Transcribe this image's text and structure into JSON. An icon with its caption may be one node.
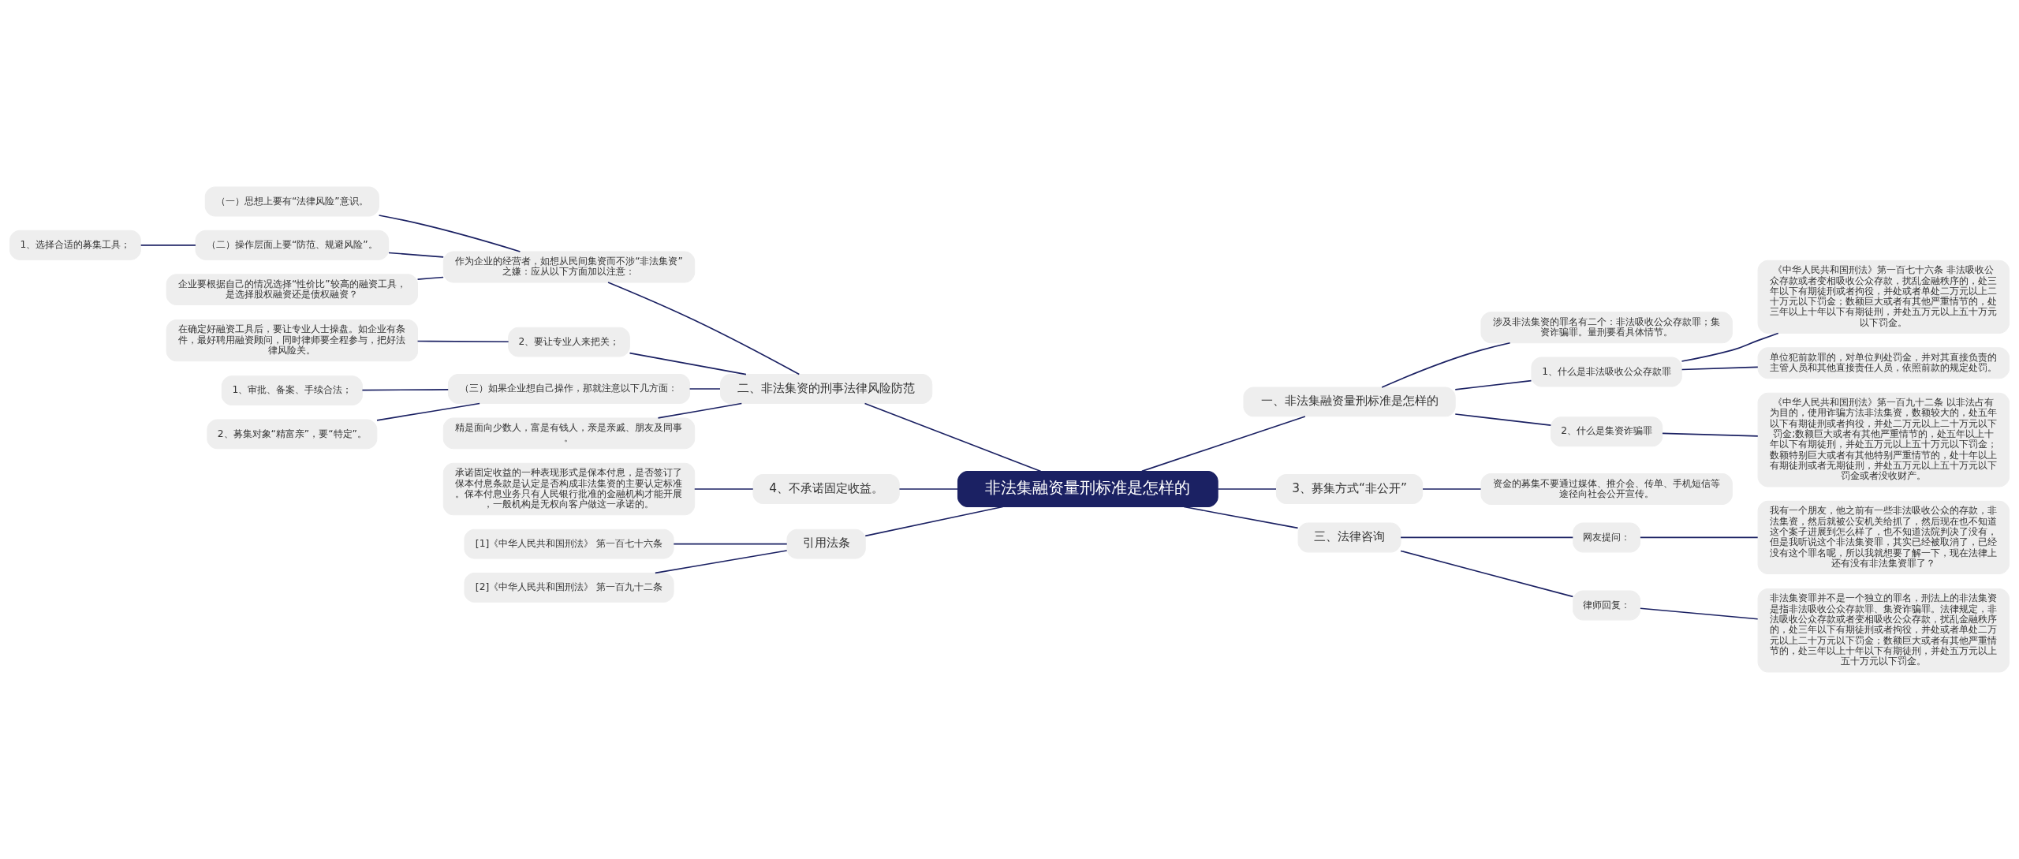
{
  "diagram": {
    "nodes": [
      {
        "text": [
          "非法集融资量刑标准是怎样的"
        ]
      },
      {
        "text": [
          "一、非法集融资量刑标准是怎样的"
        ]
      },
      {
        "text": [
          "涉及非法集资的罪名有二个：非法吸收公众存款罪；集资诈骗罪。量刑要看具体情节。"
        ]
      },
      {
        "text": [
          "1、什么是非法吸收公众存款罪"
        ]
      },
      {
        "text": [
          "《中华人民共和国刑法》第一百七十六条 非法吸收公众存款或者变相吸收公众存款，扰乱金融秩序的，处三年以下有期徒刑或者拘役，并处或者单处二万元以上二十万元以下罚金；数额巨大或者有其他严重情节的，处三年以上十年以下有期徒刑，并处五万元以上五十万元以下罚金。"
        ]
      },
      {
        "text": [
          "单位犯前款罪的，对单位判处罚金，并对其直接负责的主管人员和其他直接责任人员，依照前款的规定处罚。"
        ]
      },
      {
        "text": [
          "2、什么是集资诈骗罪"
        ]
      },
      {
        "text": [
          "《中华人民共和国刑法》第一百九十二条 以非法占有为目的，使用诈骗方法非法集资，数额较大的，处五年以下有期徒刑或者拘役，并处二万元以上二十万元以下罚金;数额巨大或者有其他严重情节的，处五年以上十年以下有期徒刑，并处五万元以上五十万元以下罚金；数额特别巨大或者有其他特别严重情节的，处十年以上有期徒刑或者无期徒刑，并处五万元以上五十万元以下罚金或者没收财产。"
        ]
      },
      {
        "text": [
          "3、募集方式“非公开”"
        ]
      },
      {
        "text": [
          "资金的募集不要通过媒体、推介会、传单、手机短信等途径向社会公开宣传。"
        ]
      },
      {
        "text": [
          "三、法律咨询"
        ]
      },
      {
        "text": [
          "网友提问："
        ]
      },
      {
        "text": [
          "我有一个朋友，他之前有一些非法吸收公众的存款，非法集资，然后就被公安机关给抓了，然后现在也不知道这个案子进展到怎么样了，也不知道法院判决了没有，但是我听说这个非法集资罪，其实已经被取消了，已经没有这个罪名呢，所以我就想要了解一下，现在法律上还有没有非法集资罪了？"
        ]
      },
      {
        "text": [
          "律师回复："
        ]
      },
      {
        "text": [
          "非法集资罪并不是一个独立的罪名，刑法上的非法集资是指非法吸收公众存款罪、集资诈骗罪。法律规定，非法吸收公众存款或者变相吸收公众存款，扰乱金融秩序的，处三年以下有期徒刑或者拘役，并处或者单处二万元以上二十万元以下罚金；数额巨大或者有其他严重情节的，处三年以上十年以下有期徒刑，并处五万元以上五十万元以下罚金。"
        ]
      },
      {
        "text": [
          "二、非法集资的刑事法律风险防范"
        ]
      },
      {
        "text": [
          "作为企业的经营者，如想从民间集资而不涉“非法集资”之嫌：应从以下方面加以注意："
        ]
      },
      {
        "text": [
          "（一）思想上要有“法律风险”意识。"
        ]
      },
      {
        "text": [
          "（二）操作层面上要“防范、规避风险”。"
        ]
      },
      {
        "text": [
          "1、选择合适的募集工具；"
        ]
      },
      {
        "text": [
          "企业要根据自己的情况选择“性价比”较高的融资工具，是选择股权融资还是债权融资？"
        ]
      },
      {
        "text": [
          "2、要让专业人来把关；"
        ]
      },
      {
        "text": [
          "在确定好融资工具后，要让专业人士操盘。如企业有条件，最好聘用融资顾问，同时律师要全程参与，把好法律风险关。"
        ]
      },
      {
        "text": [
          "（三）如果企业想自己操作，那就注意以下几方面："
        ]
      },
      {
        "text": [
          "1、审批、备案、手续合法；"
        ]
      },
      {
        "text": [
          "2、募集对象“精富亲”，要“特定”。"
        ]
      },
      {
        "text": [
          "精是面向少数人，富是有钱人，亲是亲戚、朋友及同事。"
        ]
      },
      {
        "text": [
          "4、不承诺固定收益。"
        ]
      },
      {
        "text": [
          "承诺固定收益的一种表现形式是保本付息，是否签订了保本付息条款是认定是否构成非法集资的主要认定标准。保本付息业务只有人民银行批准的金融机构才能开展，一般机构是无权向客户做这一承诺的。"
        ]
      },
      {
        "text": [
          "引用法条"
        ]
      },
      {
        "text": [
          "[1]《中华人民共和国刑法》 第一百七十六条"
        ]
      },
      {
        "text": [
          "[2]《中华人民共和国刑法》 第一百九十二条"
        ]
      }
    ],
    "edges": [
      {
        "from": 0,
        "to": 1,
        "arrow": "none"
      },
      {
        "from": 1,
        "to": 2,
        "arrow": "none"
      },
      {
        "from": 1,
        "to": 3,
        "arrow": "none"
      },
      {
        "from": 3,
        "to": 4,
        "arrow": "none"
      },
      {
        "from": 3,
        "to": 5,
        "arrow": "none"
      },
      {
        "from": 1,
        "to": 6,
        "arrow": "none"
      },
      {
        "from": 6,
        "to": 7,
        "arrow": "none"
      },
      {
        "from": 0,
        "to": 8,
        "arrow": "none"
      },
      {
        "from": 8,
        "to": 9,
        "arrow": "none"
      },
      {
        "from": 0,
        "to": 10,
        "arrow": "none"
      },
      {
        "from": 10,
        "to": 11,
        "arrow": "none"
      },
      {
        "from": 11,
        "to": 12,
        "arrow": "none"
      },
      {
        "from": 10,
        "to": 13,
        "arrow": "none"
      },
      {
        "from": 13,
        "to": 14,
        "arrow": "none"
      },
      {
        "from": 0,
        "to": 15,
        "arrow": "none"
      },
      {
        "from": 15,
        "to": 16,
        "arrow": "none"
      },
      {
        "from": 16,
        "to": 17,
        "arrow": "none"
      },
      {
        "from": 16,
        "to": 18,
        "arrow": "none"
      },
      {
        "from": 18,
        "to": 19,
        "arrow": "none"
      },
      {
        "from": 16,
        "to": 20,
        "arrow": "none"
      },
      {
        "from": 15,
        "to": 21,
        "arrow": "none"
      },
      {
        "from": 21,
        "to": 22,
        "arrow": "none"
      },
      {
        "from": 15,
        "to": 23,
        "arrow": "none"
      },
      {
        "from": 23,
        "to": 24,
        "arrow": "none"
      },
      {
        "from": 23,
        "to": 25,
        "arrow": "none"
      },
      {
        "from": 15,
        "to": 26,
        "arrow": "none"
      },
      {
        "from": 0,
        "to": 27,
        "arrow": "none"
      },
      {
        "from": 27,
        "to": 28,
        "arrow": "none"
      },
      {
        "from": 0,
        "to": 29,
        "arrow": "none"
      },
      {
        "from": 29,
        "to": 30,
        "arrow": "none"
      },
      {
        "from": 29,
        "to": 31,
        "arrow": "none"
      }
    ]
  }
}
